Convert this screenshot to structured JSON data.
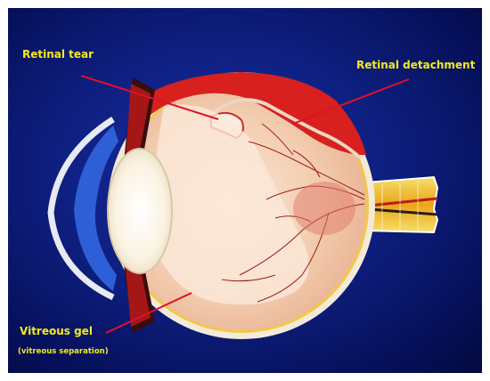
{
  "labels": {
    "retinal_tear": "Retinal tear",
    "retinal_detachment": "Retinal detachment",
    "vitreous_gel": "Vitreous gel",
    "vitreous_separation": "(vitreous separation)"
  },
  "colors": {
    "background": "#0e1f80",
    "label_text": "#f5ea1c",
    "leader_line": "#e0102a",
    "detached_retina": "#d8201f",
    "vitreous": "#f5d9c2",
    "sclera": "#f3ead9",
    "optic_nerve": "#f2c82a"
  },
  "icons": [
    "eye-cross-section-illustration"
  ]
}
